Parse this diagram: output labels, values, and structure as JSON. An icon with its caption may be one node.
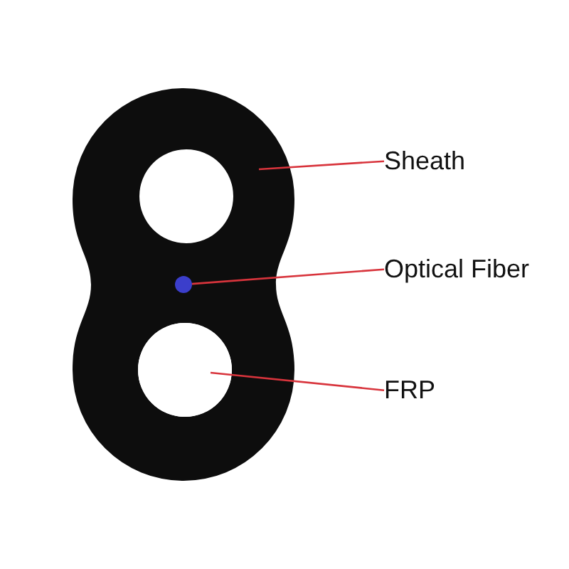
{
  "diagram": {
    "nodes": [
      {
        "text": [
          "Sheath"
        ]
      },
      {
        "text": [
          "Optical Fiber"
        ]
      },
      {
        "text": [
          "FRP"
        ]
      },
      {
        "text": [],
        "shape": "figure-eight"
      },
      {
        "text": [],
        "shape": "circle",
        "in": 3
      },
      {
        "text": [],
        "shape": "circle",
        "in": 3
      }
    ],
    "edges": [
      {
        "from": 0,
        "to": 3,
        "arrow": "none"
      },
      {
        "from": 1,
        "to": 4,
        "arrow": "none"
      },
      {
        "from": 2,
        "to": 5,
        "arrow": "none"
      }
    ]
  }
}
